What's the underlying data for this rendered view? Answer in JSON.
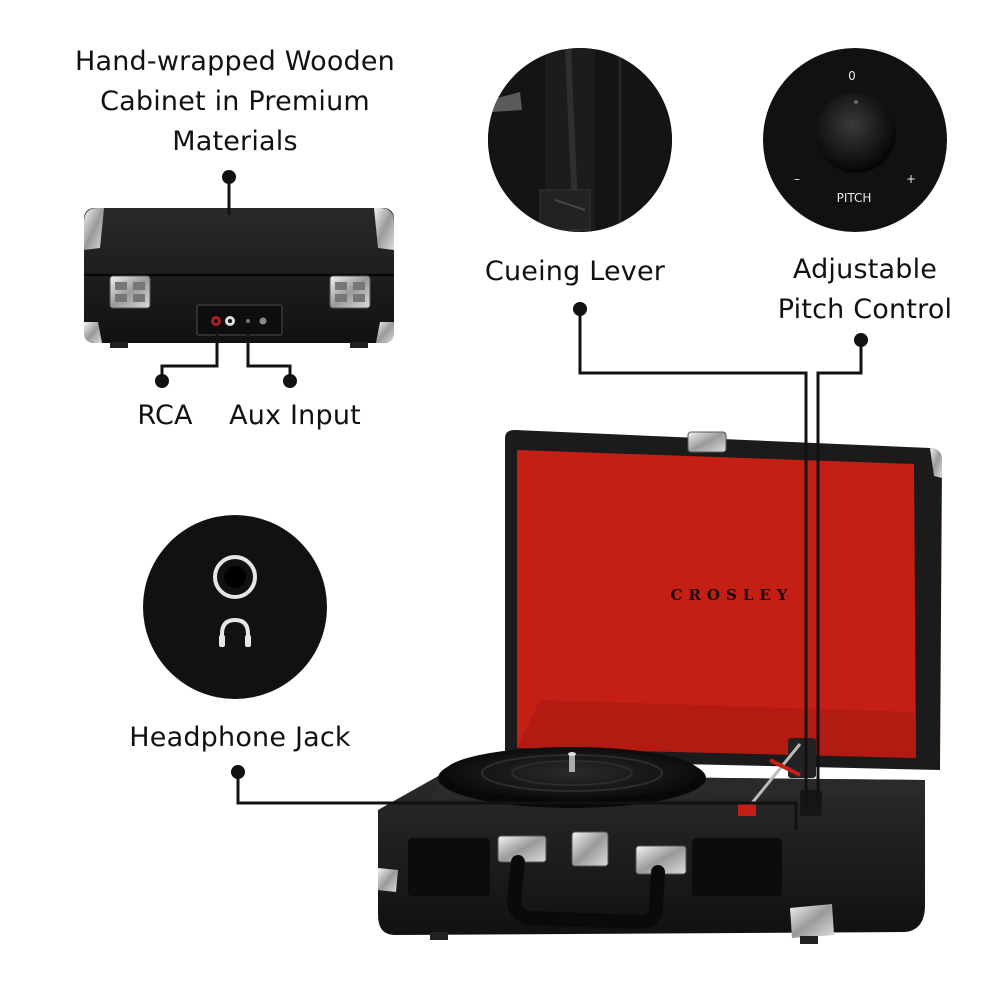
{
  "features": {
    "cabinet": {
      "line1": "Hand-wrapped Wooden",
      "line2": "Cabinet in Premium",
      "line3": "Materials"
    },
    "rca": "RCA",
    "aux": "Aux Input",
    "cueing": "Cueing Lever",
    "pitch": {
      "line1": "Adjustable",
      "line2": "Pitch Control"
    },
    "headphone": "Headphone Jack"
  },
  "pitch_dial": {
    "zero": "0",
    "minus": "–",
    "plus": "+",
    "label": "PITCH"
  },
  "brand": "CROSLEY",
  "colors": {
    "case": "#1a1a1a",
    "lining": "#c41f14",
    "line": "#111111",
    "background": "#ffffff"
  }
}
